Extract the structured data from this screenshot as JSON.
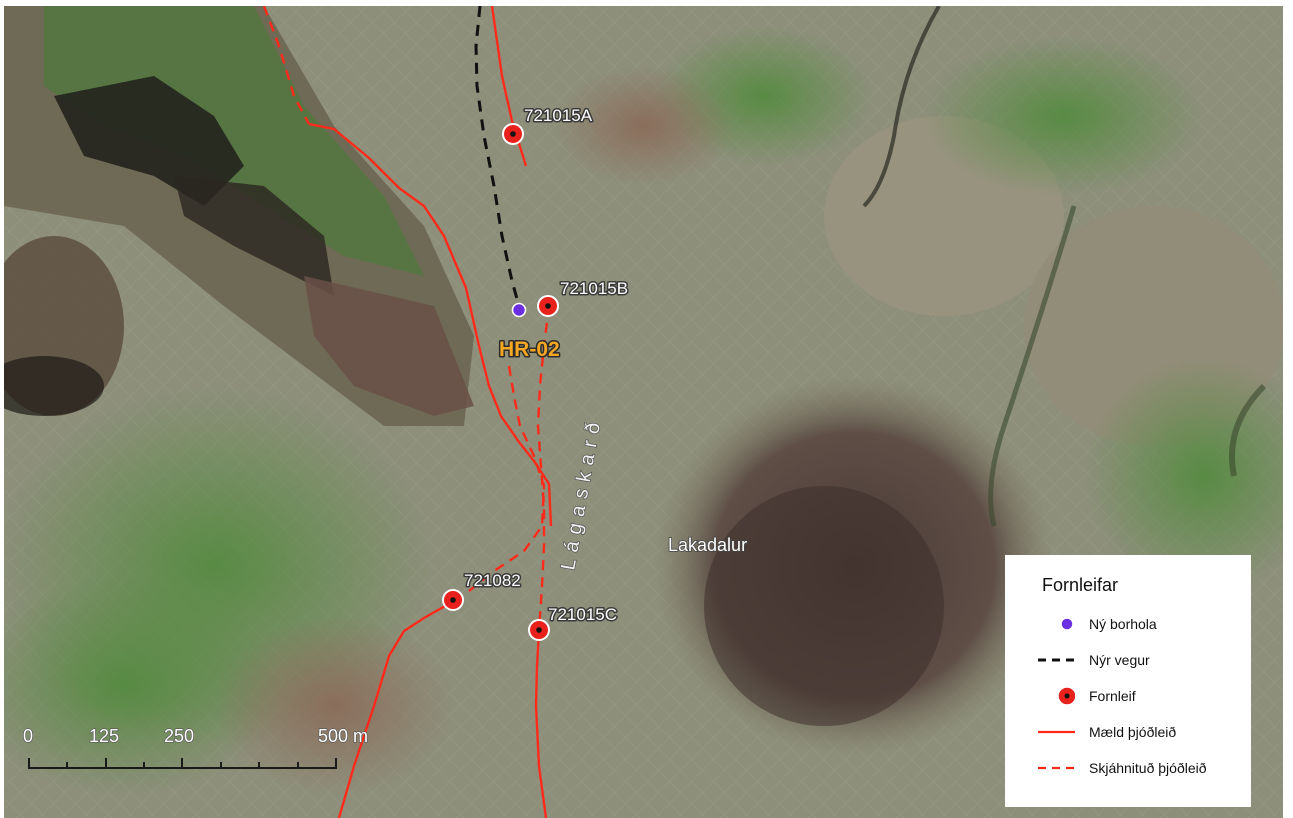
{
  "map": {
    "sites": [
      {
        "id": "721015A",
        "label": "721015A"
      },
      {
        "id": "721015B",
        "label": "721015B"
      },
      {
        "id": "721082",
        "label": "721082"
      },
      {
        "id": "721015C",
        "label": "721015C"
      }
    ],
    "borehole_label": "HR-02",
    "places": {
      "pass": "Lágaskarð",
      "valley": "Lakadalur"
    }
  },
  "scale_bar": {
    "ticks": [
      "0",
      "125",
      "250",
      "500 m"
    ]
  },
  "legend": {
    "title": "Fornleifar",
    "items": [
      {
        "symbol": "purple-dot",
        "label": "Ný borhola"
      },
      {
        "symbol": "black-dashed-line",
        "label": "Nýr vegur"
      },
      {
        "symbol": "red-target",
        "label": "Fornleif"
      },
      {
        "symbol": "red-solid-line",
        "label": "Mæld þjóðleið"
      },
      {
        "symbol": "red-dashed-line",
        "label": "Skjáhnituð þjóðleið"
      }
    ]
  },
  "colors": {
    "site_red": "#e8211d",
    "trail_red": "#ff2a1a",
    "road_black": "#111111",
    "borehole_purple": "#6b2ee0",
    "hr_label_orange": "#f5a623"
  }
}
